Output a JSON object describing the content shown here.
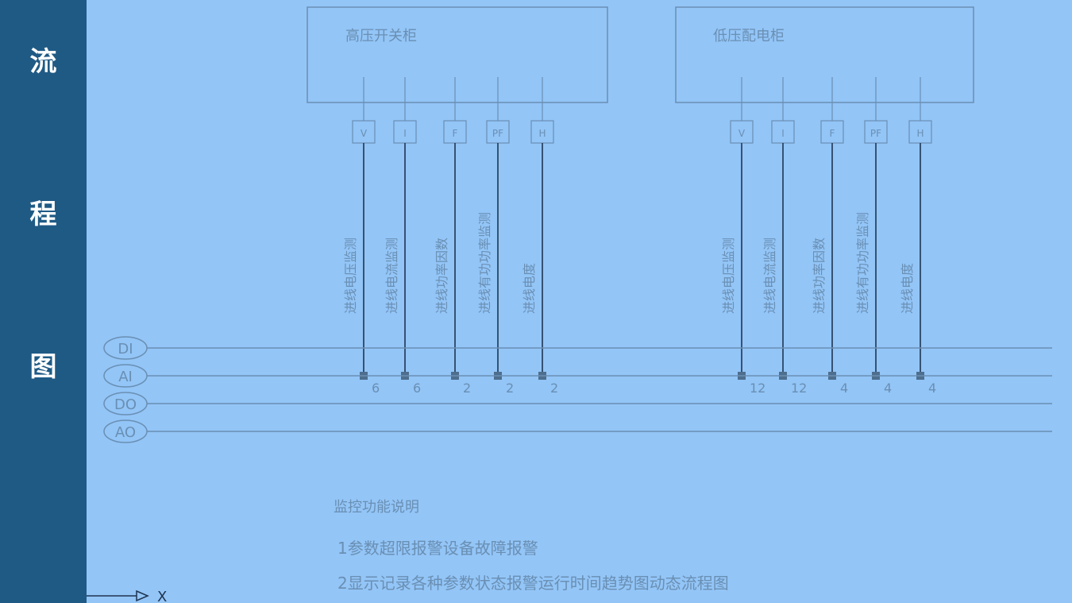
{
  "sidebar": {
    "chars": [
      "流",
      "程",
      "图"
    ]
  },
  "cabinets": [
    {
      "title": "高压开关柜",
      "channels": [
        {
          "tag": "V",
          "label": "进线电压监测",
          "count": "6"
        },
        {
          "tag": "I",
          "label": "进线电流监测",
          "count": "6"
        },
        {
          "tag": "F",
          "label": "进线功率因数",
          "count": "2"
        },
        {
          "tag": "PF",
          "label": "进线有功功率监测",
          "count": "2"
        },
        {
          "tag": "H",
          "label": "进线电度",
          "count": "2"
        }
      ]
    },
    {
      "title": "低压配电柜",
      "channels": [
        {
          "tag": "V",
          "label": "进线电压监测",
          "count": "12"
        },
        {
          "tag": "I",
          "label": "进线电流监测",
          "count": "12"
        },
        {
          "tag": "F",
          "label": "进线功率因数",
          "count": "4"
        },
        {
          "tag": "PF",
          "label": "进线有功功率监测",
          "count": "4"
        },
        {
          "tag": "H",
          "label": "进线电度",
          "count": "4"
        }
      ]
    }
  ],
  "buses": [
    "DI",
    "AI",
    "DO",
    "AO"
  ],
  "notes": {
    "heading": "监控功能说明",
    "items": [
      "1参数超限报警设备故障报警",
      "2显示记录各种参数状态报警运行时间趋势图动态流程图"
    ]
  },
  "axis_label": "X"
}
